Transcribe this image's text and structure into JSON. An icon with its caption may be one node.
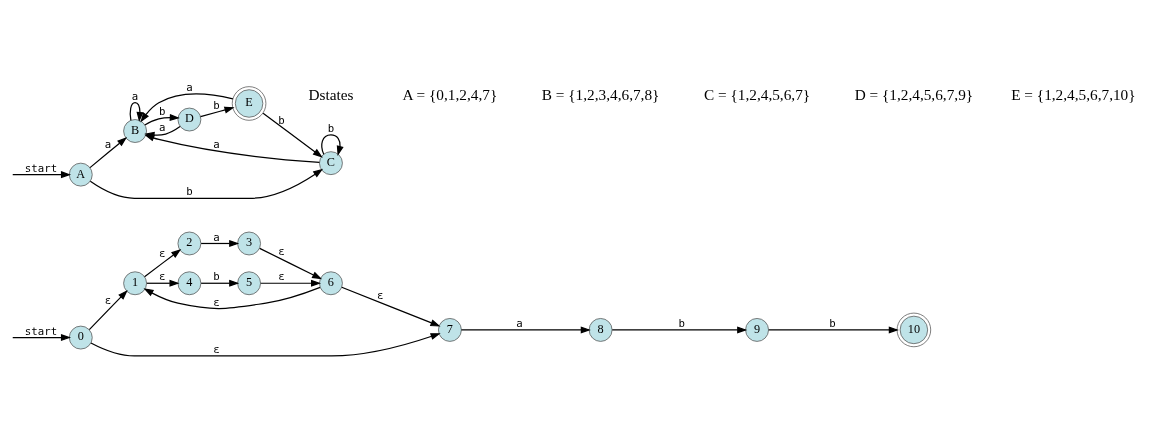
{
  "diagram": {
    "nodes": [
      {
        "text": [
          "0"
        ]
      },
      {
        "text": [
          "1"
        ]
      },
      {
        "text": [
          "2"
        ]
      },
      {
        "text": [
          "3"
        ]
      },
      {
        "text": [
          "4"
        ]
      },
      {
        "text": [
          "5"
        ]
      },
      {
        "text": [
          "6"
        ]
      },
      {
        "text": [
          "7"
        ]
      },
      {
        "text": [
          "8"
        ]
      },
      {
        "text": [
          "9"
        ]
      },
      {
        "text": [
          "10"
        ]
      },
      {
        "text": [
          "A"
        ]
      },
      {
        "text": [
          "B"
        ]
      },
      {
        "text": [
          "C"
        ]
      },
      {
        "text": [
          "D"
        ]
      },
      {
        "text": [
          "E"
        ]
      }
    ],
    "edges": [
      {
        "from": null,
        "to": 0,
        "arrow": "to",
        "label": "start"
      },
      {
        "from": 0,
        "to": 1,
        "arrow": "to",
        "label": "ε"
      },
      {
        "from": 1,
        "to": 2,
        "arrow": "to",
        "label": "ε"
      },
      {
        "from": 1,
        "to": 4,
        "arrow": "to",
        "label": "ε"
      },
      {
        "from": 2,
        "to": 3,
        "arrow": "to",
        "label": "a"
      },
      {
        "from": 4,
        "to": 5,
        "arrow": "to",
        "label": "b"
      },
      {
        "from": 3,
        "to": 6,
        "arrow": "to",
        "label": "ε"
      },
      {
        "from": 5,
        "to": 6,
        "arrow": "to",
        "label": "ε"
      },
      {
        "from": 6,
        "to": 1,
        "arrow": "to",
        "label": "ε"
      },
      {
        "from": 6,
        "to": 7,
        "arrow": "to",
        "label": "ε"
      },
      {
        "from": 0,
        "to": 7,
        "arrow": "to",
        "label": "ε"
      },
      {
        "from": 7,
        "to": 8,
        "arrow": "to",
        "label": "a"
      },
      {
        "from": 8,
        "to": 9,
        "arrow": "to",
        "label": "b"
      },
      {
        "from": 9,
        "to": 10,
        "arrow": "to",
        "label": "b"
      },
      {
        "from": null,
        "to": 11,
        "arrow": "to",
        "label": "start"
      },
      {
        "from": 13,
        "to": 13,
        "arrow": "to",
        "label": "b"
      },
      {
        "from": 11,
        "to": 13,
        "arrow": "to",
        "label": "b"
      },
      {
        "from": 13,
        "to": 12,
        "arrow": "to",
        "label": "a"
      },
      {
        "from": 11,
        "to": 12,
        "arrow": "to",
        "label": "a"
      },
      {
        "from": 12,
        "to": 14,
        "arrow": "to",
        "label": "b"
      },
      {
        "from": 14,
        "to": 15,
        "arrow": "to",
        "label": "b"
      },
      {
        "from": 15,
        "to": 13,
        "arrow": "to",
        "label": "b"
      },
      {
        "from": 14,
        "to": 12,
        "arrow": "to",
        "label": "a"
      },
      {
        "from": 15,
        "to": 12,
        "arrow": "to",
        "label": "a"
      },
      {
        "from": 12,
        "to": 12,
        "arrow": "to",
        "label": "a"
      }
    ],
    "labels": [
      "Dstates",
      "A = {0,1,2,4,7}",
      "B = {1,2,3,4,6,7,8}",
      "C = {1,2,4,5,6,7}",
      "D = {1,2,4,5,6,7,9}",
      "E = {1,2,4,5,6,7,10}"
    ]
  }
}
